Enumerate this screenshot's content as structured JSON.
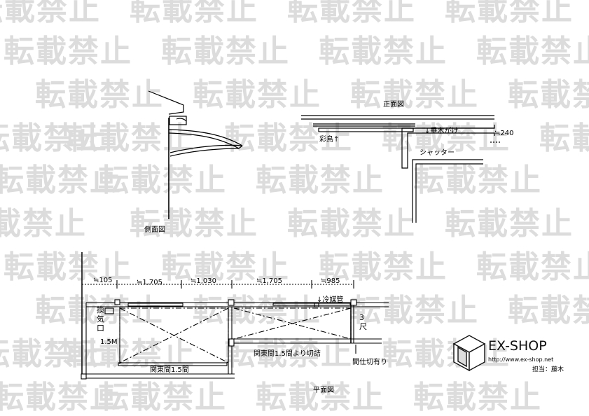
{
  "watermark": {
    "text": "転載禁止",
    "color": "#dcdcdc"
  },
  "views": {
    "side": {
      "caption": "側面図"
    },
    "front": {
      "caption": "正面図",
      "labels": {
        "fascia": "↓垂木がけ",
        "dim_240": "≒240",
        "aya": "彩鳥↑",
        "shutter": "シャッター"
      }
    },
    "plan": {
      "caption": "平面図",
      "dims": {
        "d105": "≒105",
        "d1705a": "≒1,705",
        "d1030": "≒1,030",
        "d1705b": "≒1,705",
        "d985": "≒985"
      },
      "labels": {
        "vent": "換気口",
        "refrigerant": "↓冷媒管",
        "m15": "1.5M",
        "shaku3": "3尺",
        "kanto15": "関東間1.5間",
        "kanto15_cut": "関東間1.5間より切詰",
        "partition": "↑",
        "partition_text": "間仕切有り"
      }
    }
  },
  "branding": {
    "logo_text": "EX-SHOP",
    "url": "http://www.ex-shop.net",
    "staff": "担当：藤木"
  }
}
